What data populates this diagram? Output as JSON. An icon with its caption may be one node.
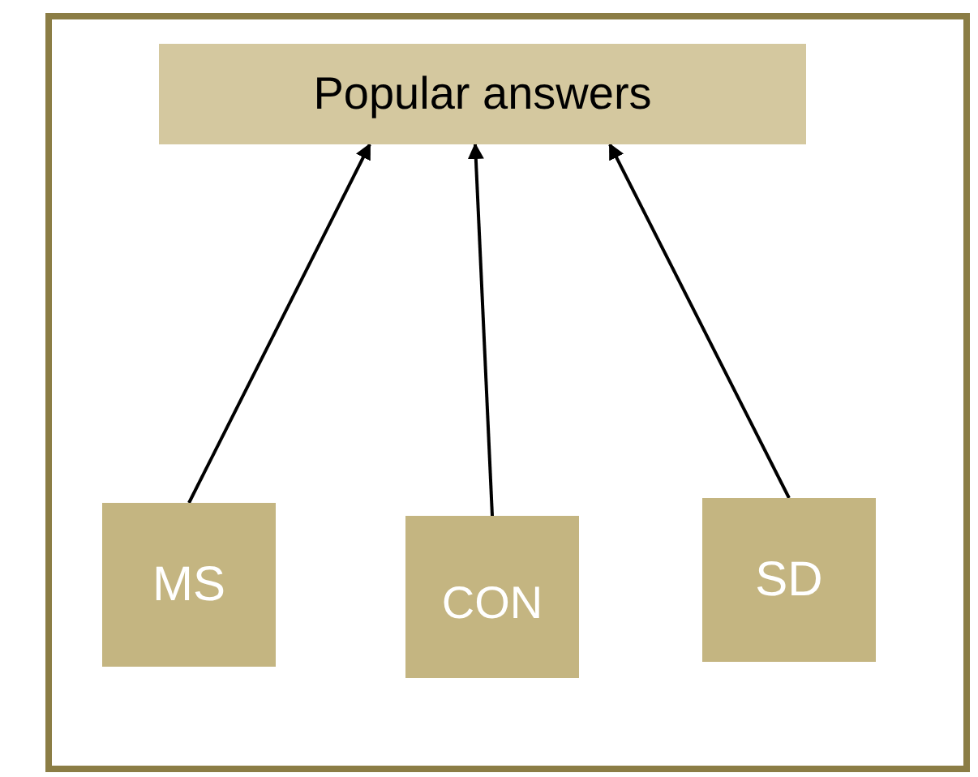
{
  "diagram": {
    "nodes": [
      {
        "text": [
          "Popular answers"
        ]
      },
      {
        "text": [
          "MS"
        ]
      },
      {
        "text": [
          "CON"
        ]
      },
      {
        "text": [
          "SD"
        ]
      }
    ],
    "edges": [
      {
        "from": 1,
        "to": 0,
        "arrow": "to"
      },
      {
        "from": 2,
        "to": 0,
        "arrow": "to"
      },
      {
        "from": 3,
        "to": 0,
        "arrow": "to"
      }
    ]
  }
}
